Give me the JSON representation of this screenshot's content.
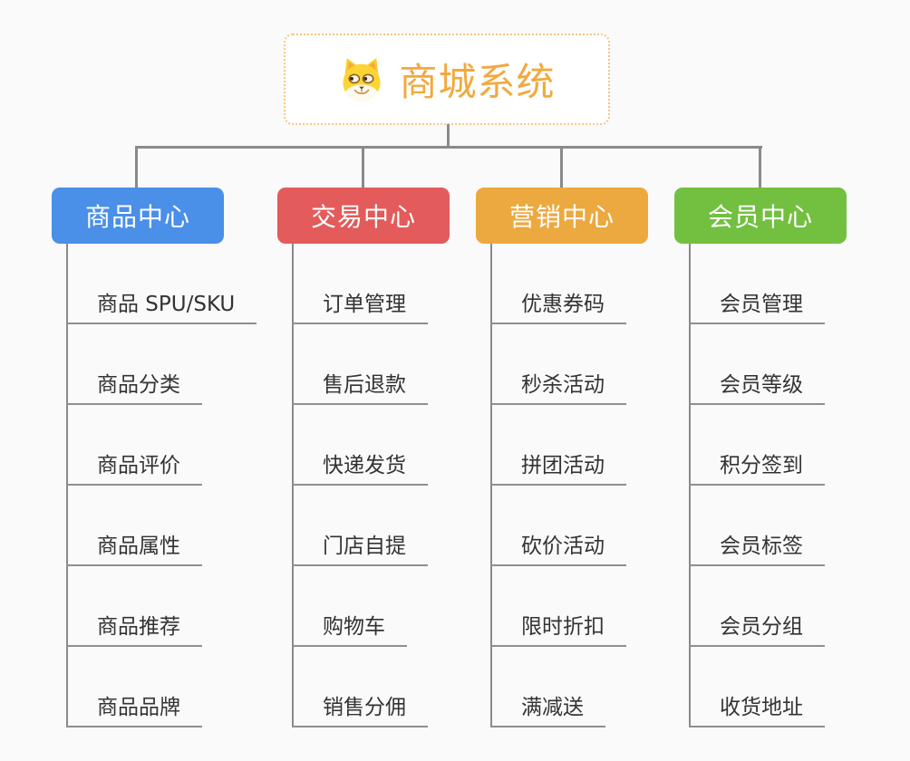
{
  "root": {
    "title": "商城系统",
    "icon": "dog-face-icon",
    "accent_color": "#f2a93d",
    "border_color": "#f5c581"
  },
  "connector_color": "#8a8a8a",
  "underline_color": "#8f8f8f",
  "background_color": "#fafafa",
  "branches": [
    {
      "label": "商品中心",
      "color": "#4a8fe8",
      "items": [
        "商品 SPU/SKU",
        "商品分类",
        "商品评价",
        "商品属性",
        "商品推荐",
        "商品品牌"
      ]
    },
    {
      "label": "交易中心",
      "color": "#e35b5b",
      "items": [
        "订单管理",
        "售后退款",
        "快递发货",
        "门店自提",
        "购物车",
        "销售分佣"
      ]
    },
    {
      "label": "营销中心",
      "color": "#eca93f",
      "items": [
        "优惠券码",
        "秒杀活动",
        "拼团活动",
        "砍价活动",
        "限时折扣",
        "满减送"
      ]
    },
    {
      "label": "会员中心",
      "color": "#73c041",
      "items": [
        "会员管理",
        "会员等级",
        "积分签到",
        "会员标签",
        "会员分组",
        "收货地址"
      ]
    }
  ]
}
